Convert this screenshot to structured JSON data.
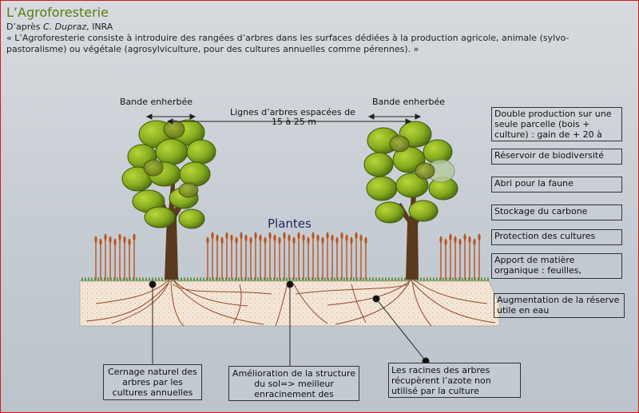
{
  "header": {
    "title": "L’Agroforesterie",
    "subtitle_prefix": "D’après ",
    "subtitle_author": "C. Dupraz",
    "subtitle_suffix": ", INRA",
    "quote": "« L’Agroforesterie consiste à introduire des rangées d’arbres dans les surfaces dédiées à la production agricole, animale (sylvo-pastoralisme) ou végétale (agrosylviculture, pour des cultures annuelles comme pérennes). »"
  },
  "diagram": {
    "band_left": "Bande enherbée",
    "band_right": "Bande enherbée",
    "tree_lines_1": "Lignes d’arbres espacées de",
    "tree_lines_2": "15 à 25 m",
    "plants": "Plantes"
  },
  "benefits": [
    "Double production sur une seule parcelle (bois + culture) : gain de + 20 à",
    "Réservoir de biodiversité",
    "Abri pour la faune",
    "Stockage du carbone",
    "Protection des cultures",
    "Apport de matière organique : feuilles,",
    "Augmentation de la réserve utile en eau"
  ],
  "callouts": {
    "root_pruning": "Cernage naturel des arbres par les cultures annuelles",
    "soil_structure": "Amélioration de la structure du sol=> meilleur enracinement des",
    "nitrogen": "Les racines des arbres récupèrent l’azote non utilisé par la culture"
  },
  "colors": {
    "title": "#5b7b14",
    "border": "#d01b1b",
    "foliage": "#7fa51c",
    "trunk": "#5a3a1c",
    "roots": "#8a3a1c",
    "soil": "#f3e3d2",
    "crops": "#b8541e"
  }
}
